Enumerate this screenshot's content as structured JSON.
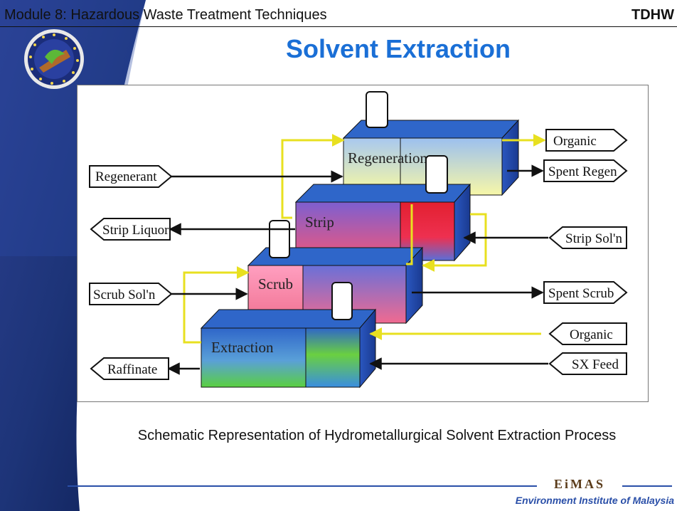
{
  "header": {
    "course_title": "Module 8: Hazardous Waste Treatment Techniques",
    "code": "TDHW"
  },
  "title": "Solvent Extraction",
  "diagram": {
    "stages": [
      {
        "name": "Regeneration"
      },
      {
        "name": "Strip"
      },
      {
        "name": "Scrub"
      },
      {
        "name": "Extraction"
      }
    ],
    "inputs": [
      "Regenerant",
      "Strip Sol'n",
      "Scrub Sol'n",
      "Organic",
      "SX Feed"
    ],
    "outputs": [
      "Organic",
      "Spent Regen",
      "Strip Liquor",
      "Spent Scrub",
      "Raffinate"
    ],
    "colors": {
      "arrow": "#111111",
      "organic_flow": "#f5f542",
      "box_blue": "#2f66c9"
    }
  },
  "caption": "Schematic Representation of Hydrometallurgical Solvent Extraction Process",
  "footer": {
    "brand": "EiMAS",
    "org": "Environment Institute of Malaysia"
  }
}
